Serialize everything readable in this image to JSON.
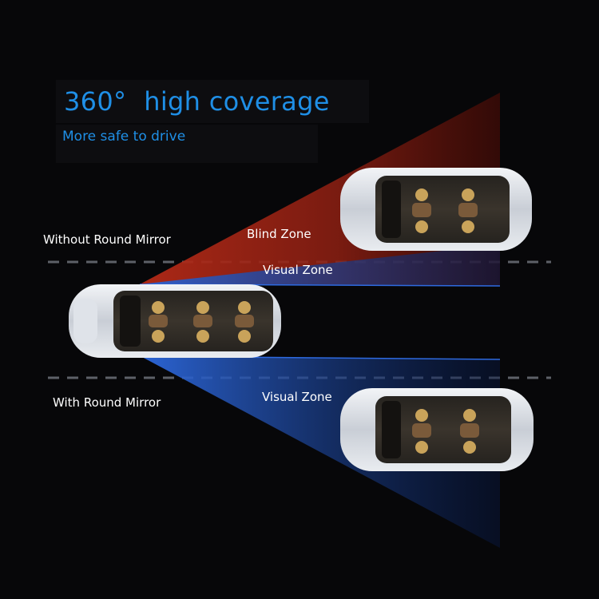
{
  "header": {
    "title_number": "360°",
    "title_text": "high coverage",
    "subtitle": "More safe to drive"
  },
  "labels": {
    "without_mirror": "Without Round Mirror",
    "with_mirror": "With Round Mirror",
    "blind_zone": "Blind Zone",
    "visual_zone_top": "Visual Zone",
    "visual_zone_bottom": "Visual Zone"
  },
  "colors": {
    "accent_blue": "#1f8fe6",
    "blind_zone_red": "#c8351e",
    "visual_zone_blue": "#1c4fb8",
    "background": "#070709"
  }
}
